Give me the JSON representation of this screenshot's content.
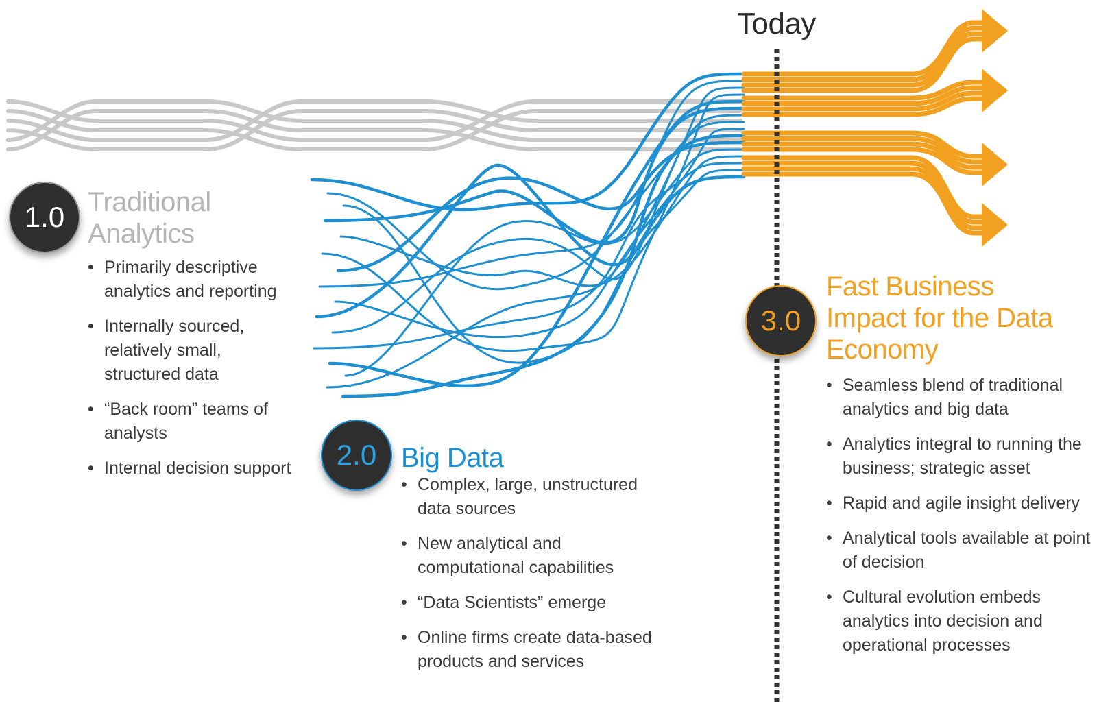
{
  "today_label": "Today",
  "eras": [
    {
      "number": "1.0",
      "title_lines": [
        "Traditional",
        "Analytics"
      ],
      "color": "#b5b5b5",
      "bullets": [
        "Primarily descriptive analytics and reporting",
        "Internally sourced, relatively small, structured data",
        "“Back room” teams of analysts",
        "Internal decision support"
      ]
    },
    {
      "number": "2.0",
      "title_lines": [
        "Big Data"
      ],
      "color": "#1e8fd0",
      "bullets": [
        "Complex, large, unstructured data sources",
        "New analytical and computational capabilities",
        "“Data Scientists” emerge",
        "Online firms create data-based products and services"
      ]
    },
    {
      "number": "3.0",
      "title_lines": [
        "Fast Business",
        "Impact for the Data",
        "Economy"
      ],
      "color": "#f2a020",
      "bullets": [
        "Seamless blend of traditional analytics and big data",
        "Analytics integral to running the business; strategic asset",
        "Rapid and agile insight delivery",
        "Analytical tools available at point of decision",
        "Cultural evolution embeds analytics into decision and operational processes"
      ]
    }
  ],
  "colors": {
    "traditional": "#c8c8c8",
    "big_data": "#1e8fd0",
    "fast_business": "#f2a020",
    "badge": "#2f2f2f",
    "divider": "#333333"
  }
}
